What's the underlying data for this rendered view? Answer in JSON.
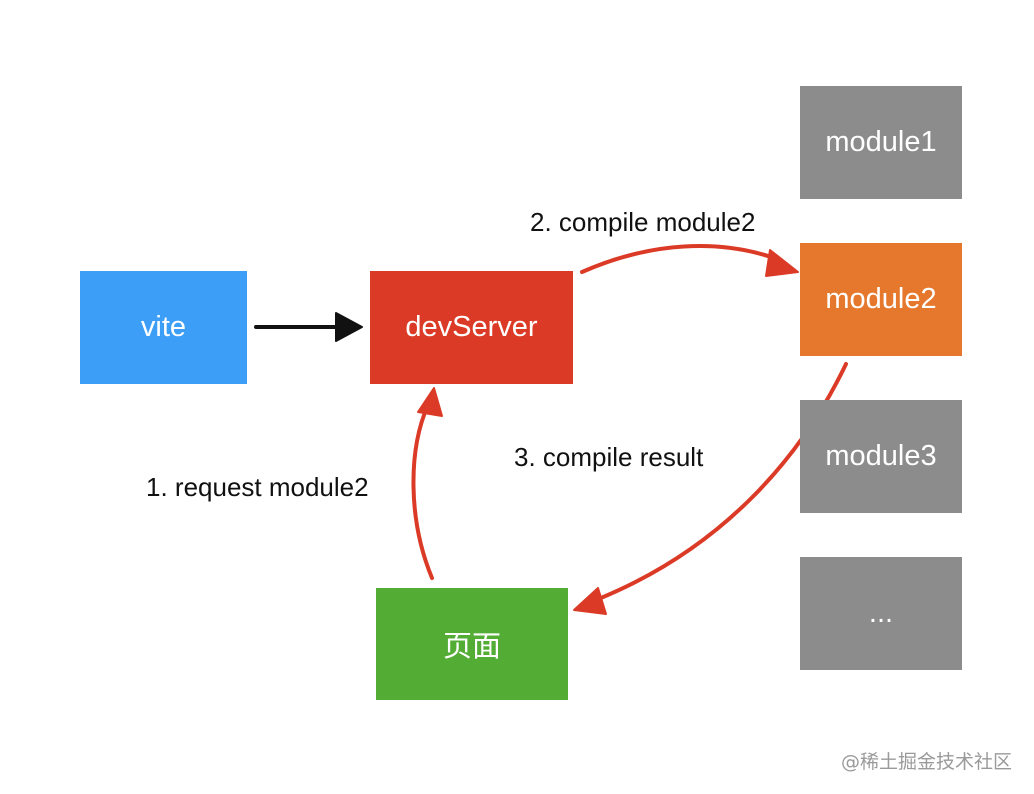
{
  "nodes": {
    "vite": {
      "label": "vite",
      "color": "#3c9ef6"
    },
    "devserver": {
      "label": "devServer",
      "color": "#db3b26"
    },
    "page": {
      "label": "页面",
      "color": "#53ad35"
    },
    "module1": {
      "label": "module1",
      "color": "#8c8c8c"
    },
    "module2": {
      "label": "module2",
      "color": "#e5782c"
    },
    "module3": {
      "label": "module3",
      "color": "#8c8c8c"
    },
    "more": {
      "label": "...",
      "color": "#8c8c8c"
    }
  },
  "edges": {
    "vite_to_devserver": {
      "color": "#111111"
    },
    "request": {
      "label": "1. request module2",
      "color": "#db3b26"
    },
    "compile": {
      "label": "2. compile module2",
      "color": "#db3b26"
    },
    "result": {
      "label": "3. compile result",
      "color": "#db3b26"
    }
  },
  "watermark": "@稀土掘金技术社区"
}
